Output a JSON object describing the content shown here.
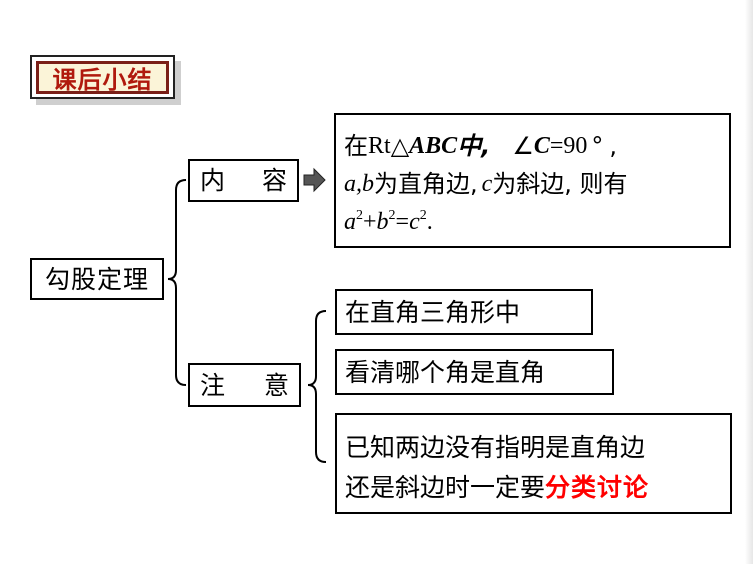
{
  "title_badge": "课后小结",
  "root": "勾股定理",
  "branches": {
    "content": {
      "char1": "内",
      "char2": "容"
    },
    "note": {
      "char1": "注",
      "char2": "意"
    }
  },
  "theorem": {
    "line1": {
      "prefix": "在",
      "rt": "Rt",
      "triangle": "△",
      "abc": "ABC",
      "mid": "中,",
      "angle": "∠",
      "c": "C",
      "eq": "=90",
      "degree": "°",
      "comma": ","
    },
    "line2": {
      "a": "a",
      "comma1": ",",
      "b": "b",
      "text1": "为直角边,",
      "c": "c",
      "text2": "为斜边, 则有"
    },
    "line3": {
      "a": "a",
      "exp1": "2",
      "plus": "+",
      "b": "b",
      "exp2": "2",
      "eq": "=",
      "c": "c",
      "exp3": "2",
      "dot": "."
    }
  },
  "notes": {
    "item1": "在直角三角形中",
    "item2": "看清哪个角是直角",
    "item3_line1": "已知两边没有指明是直角边",
    "item3_line2_prefix": "还是斜边时一定要",
    "item3_highlight": "分类讨论"
  },
  "colors": {
    "title_text": "#b0190d",
    "title_border": "#7a1f17",
    "title_fill": "#fbf4d8",
    "highlight": "#ff0000"
  },
  "icons": {
    "arrow": "right-arrow-icon"
  }
}
